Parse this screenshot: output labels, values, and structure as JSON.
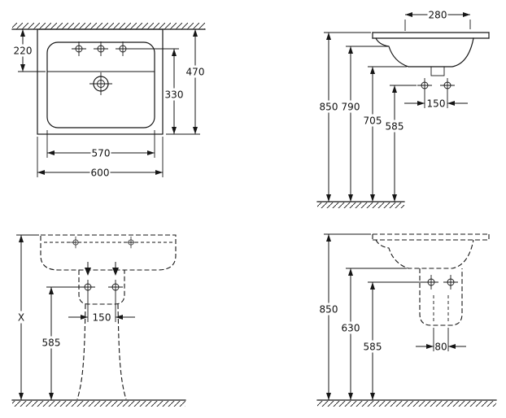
{
  "drawing": {
    "views": {
      "plan": {
        "overall_width": "600",
        "bowl_width": "570",
        "overall_depth": "470",
        "bowl_depth": "330",
        "tap_to_front": "220"
      },
      "side": {
        "top_depth": "280",
        "rim_height": "850",
        "apron_height": "790",
        "underside_height": "705",
        "fixing_height": "585",
        "fixing_centres": "150"
      },
      "front": {
        "rim_height": "X",
        "fixing_height": "585",
        "fixing_centres": "150"
      },
      "half_pedestal": {
        "rim_height": "850",
        "underside_height": "630",
        "fixing_height": "585",
        "outlet_centres": "80"
      }
    }
  }
}
